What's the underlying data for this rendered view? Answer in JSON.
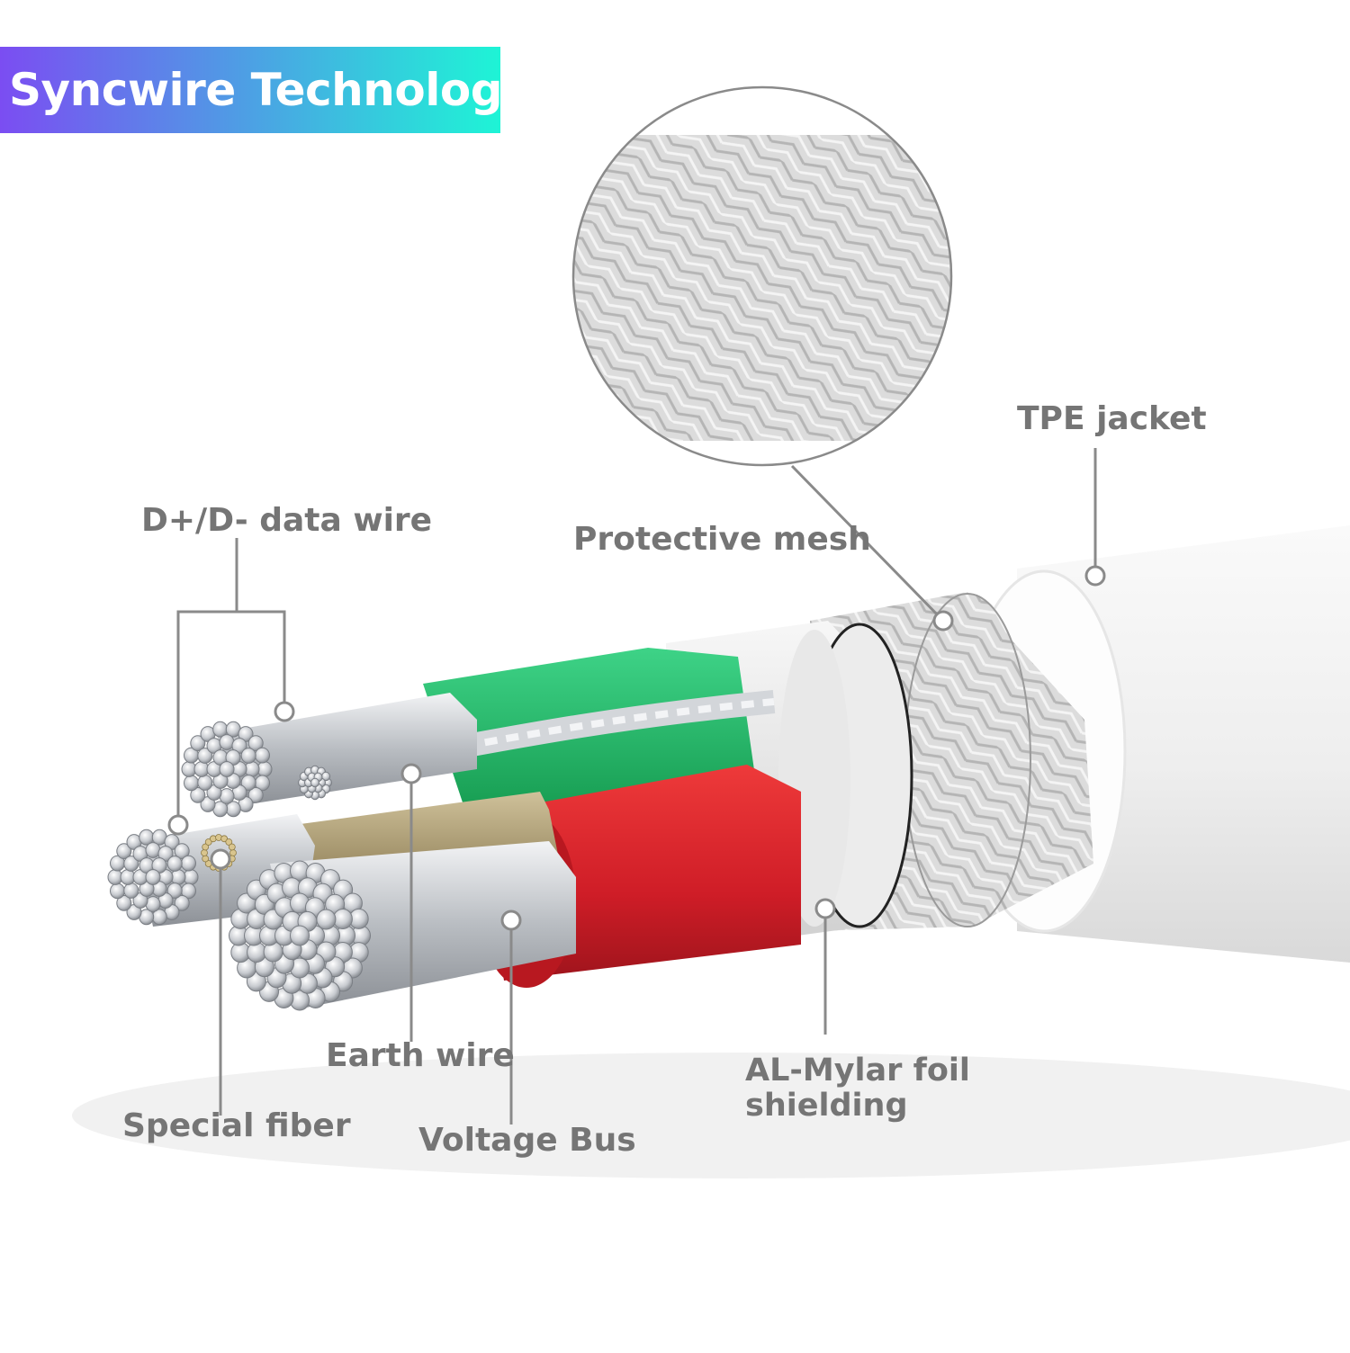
{
  "banner": {
    "title": "Syncwire Technology",
    "gradient_start": "#7b4df2",
    "gradient_end": "#1ef4d6"
  },
  "labels": {
    "tpe_jacket": "TPE jacket",
    "data_wire": "D+/D- data wire",
    "protective_mesh": "Protective mesh",
    "earth_wire": "Earth wire",
    "special_fiber": "Special fiber",
    "voltage_bus": "Voltage Bus",
    "mylar_line1": "AL-Mylar foil",
    "mylar_line2": "shielding"
  },
  "colors": {
    "label_text": "#757575",
    "leader_line": "#8a8a8a",
    "data_wire_sleeve": "#22b25e",
    "voltage_sleeve": "#d8202c",
    "jacket": "#f1f1f1",
    "wire_metal": "#c9ccd0"
  }
}
